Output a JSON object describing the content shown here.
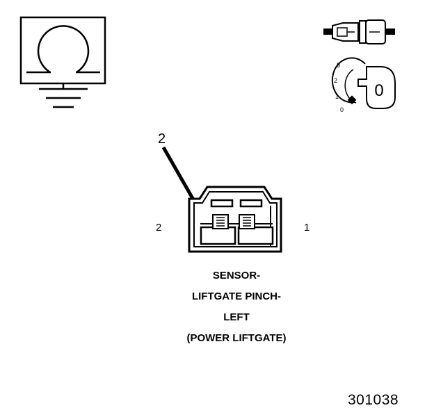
{
  "callout": {
    "number": "2"
  },
  "connector": {
    "pin_left": "2",
    "pin_right": "1"
  },
  "caption": {
    "line1": "SENSOR-",
    "line2": "LIFTGATE PINCH-",
    "line3": "LEFT",
    "line4": "(POWER LIFTGATE)"
  },
  "ignition_switch": {
    "positions": [
      "3",
      "2",
      "1",
      "0"
    ],
    "key_label": "0"
  },
  "figure_number": "301038"
}
